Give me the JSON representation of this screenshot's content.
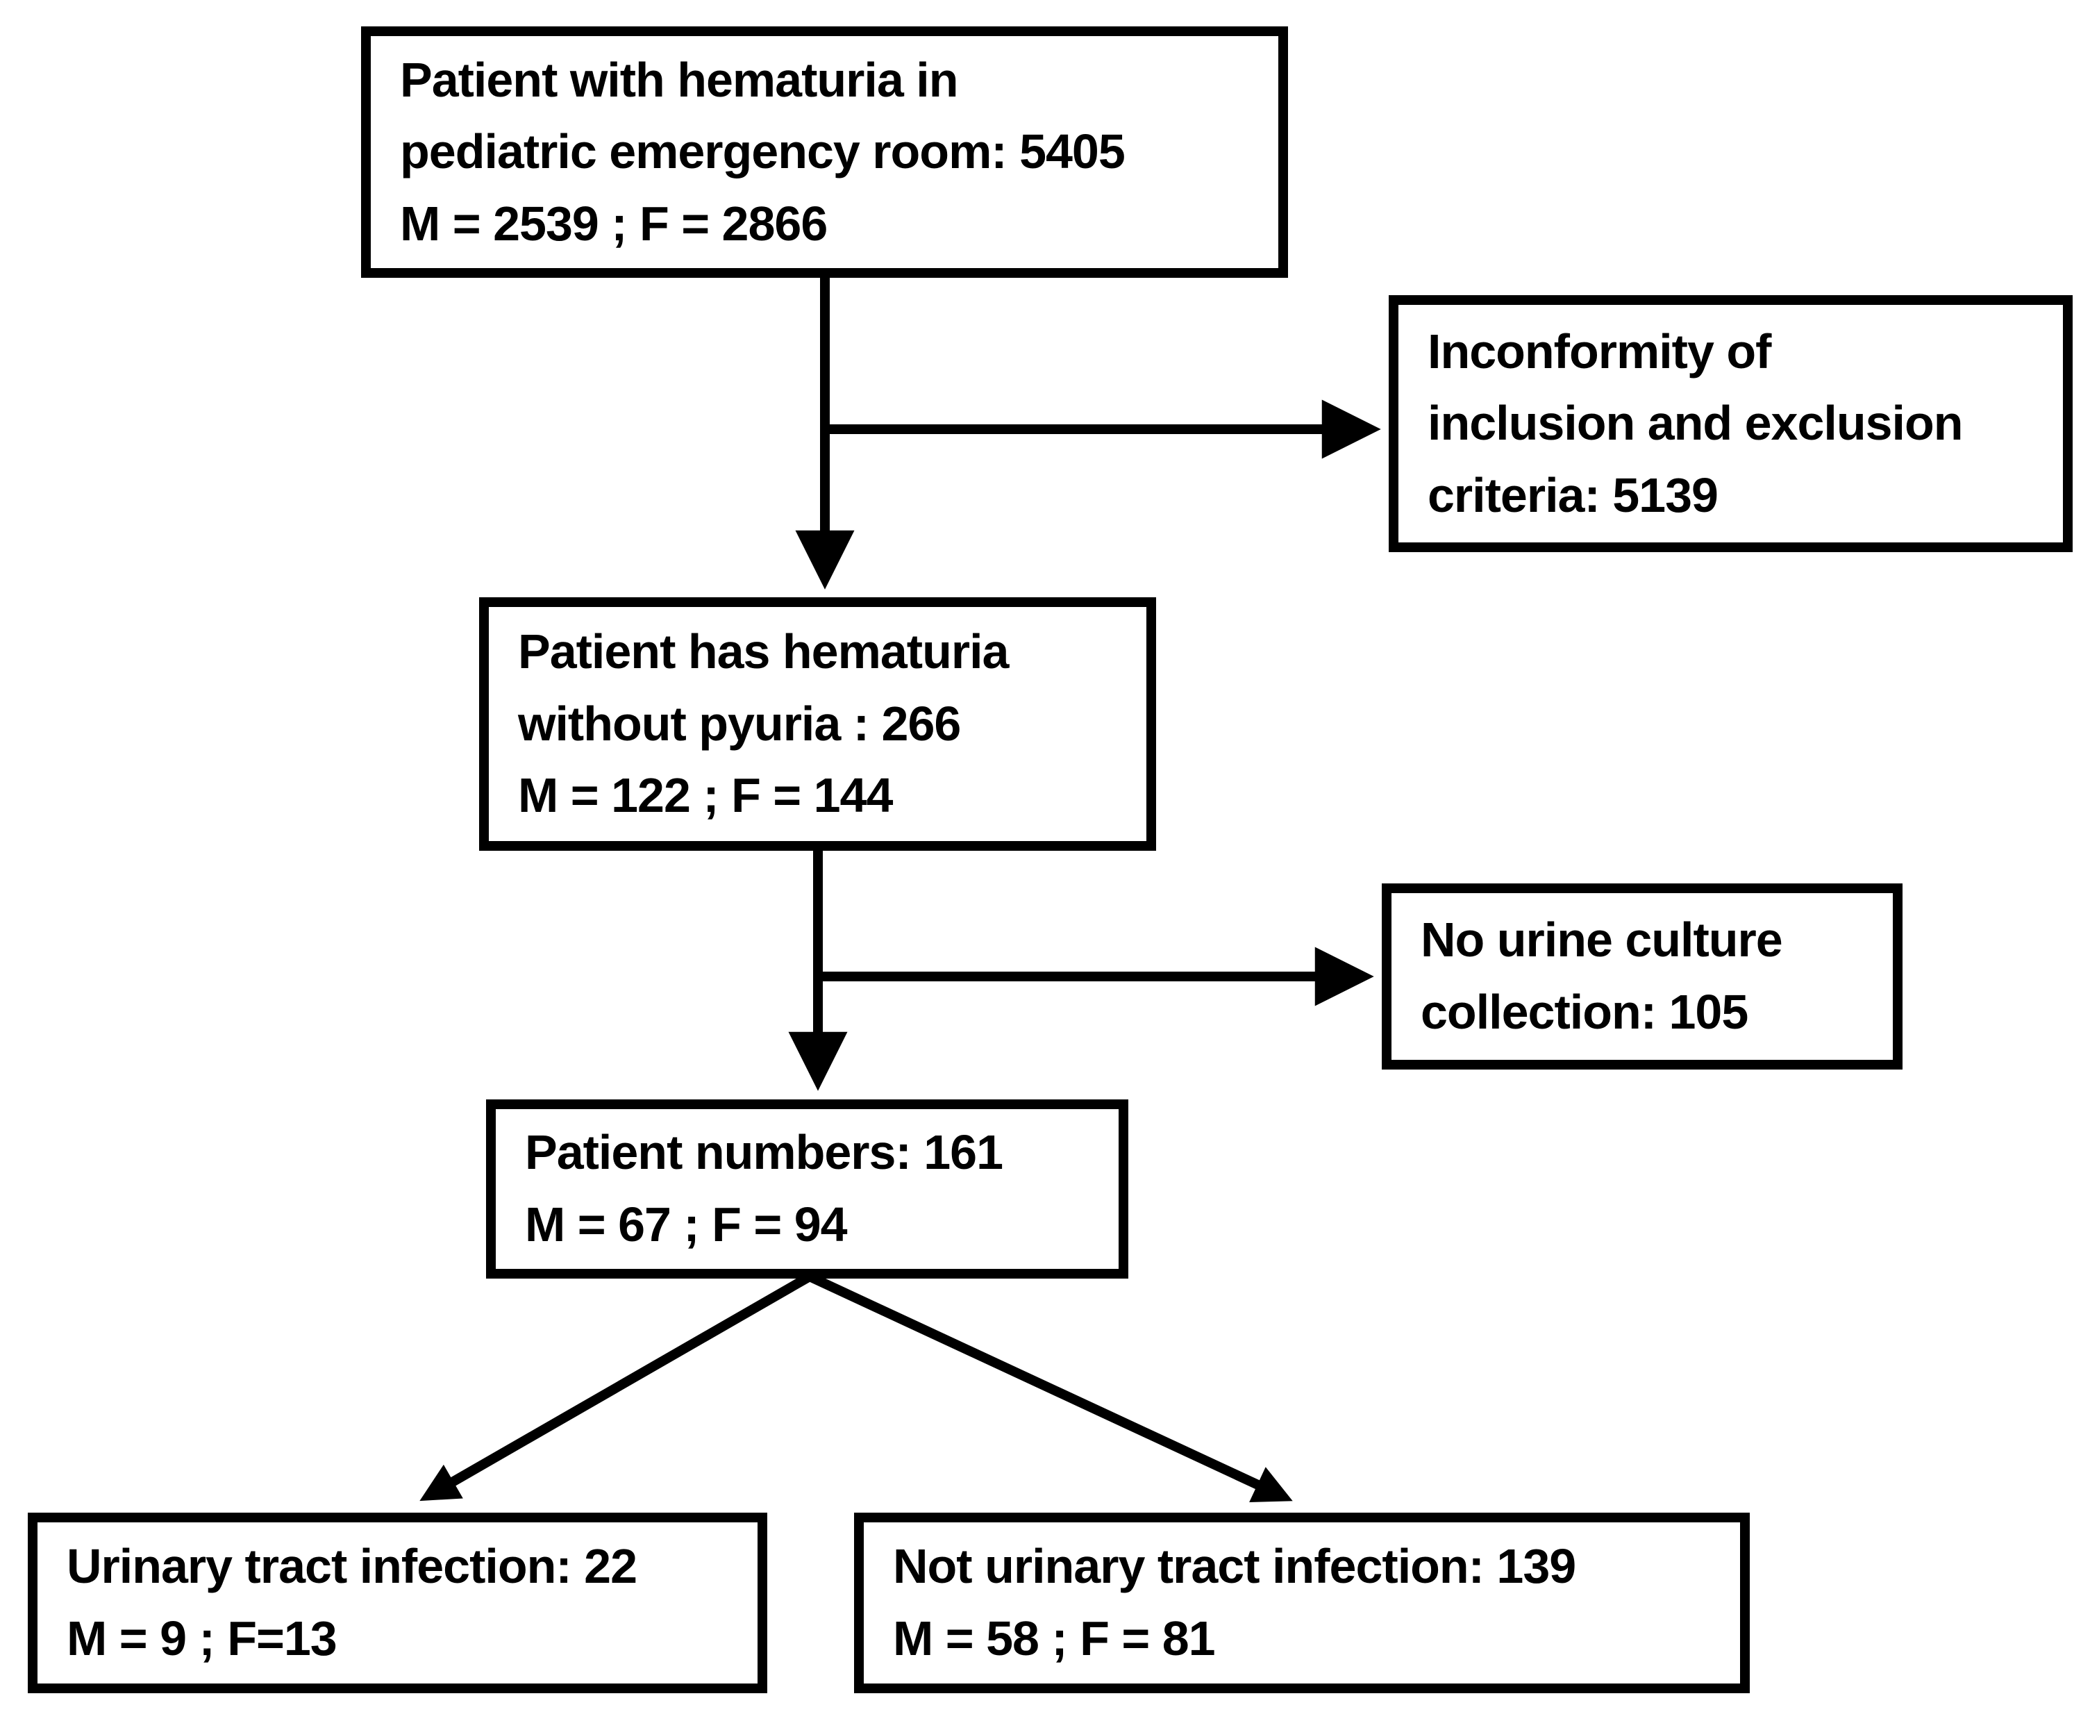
{
  "colors": {
    "ink": "#000000",
    "background": "#ffffff"
  },
  "boxes": {
    "source": {
      "lines": [
        "Patient with hematuria in",
        "pediatric emergency room: 5405",
        "M = 2539 ; F = 2866"
      ]
    },
    "inconformity": {
      "lines": [
        "Inconformity of",
        "inclusion and exclusion",
        "criteria: 5139"
      ]
    },
    "no_pyuria": {
      "lines": [
        "Patient has hematuria",
        "without pyuria : 266",
        "M = 122 ; F = 144"
      ]
    },
    "no_culture": {
      "lines": [
        "No urine culture",
        "collection: 105"
      ]
    },
    "patient_numbers": {
      "lines": [
        "Patient numbers: 161",
        "M = 67 ; F = 94"
      ]
    },
    "uti": {
      "lines": [
        "Urinary tract infection: 22",
        "M = 9 ; F=13"
      ]
    },
    "not_uti": {
      "lines": [
        "Not urinary tract infection: 139",
        "M = 58 ; F = 81"
      ]
    }
  }
}
